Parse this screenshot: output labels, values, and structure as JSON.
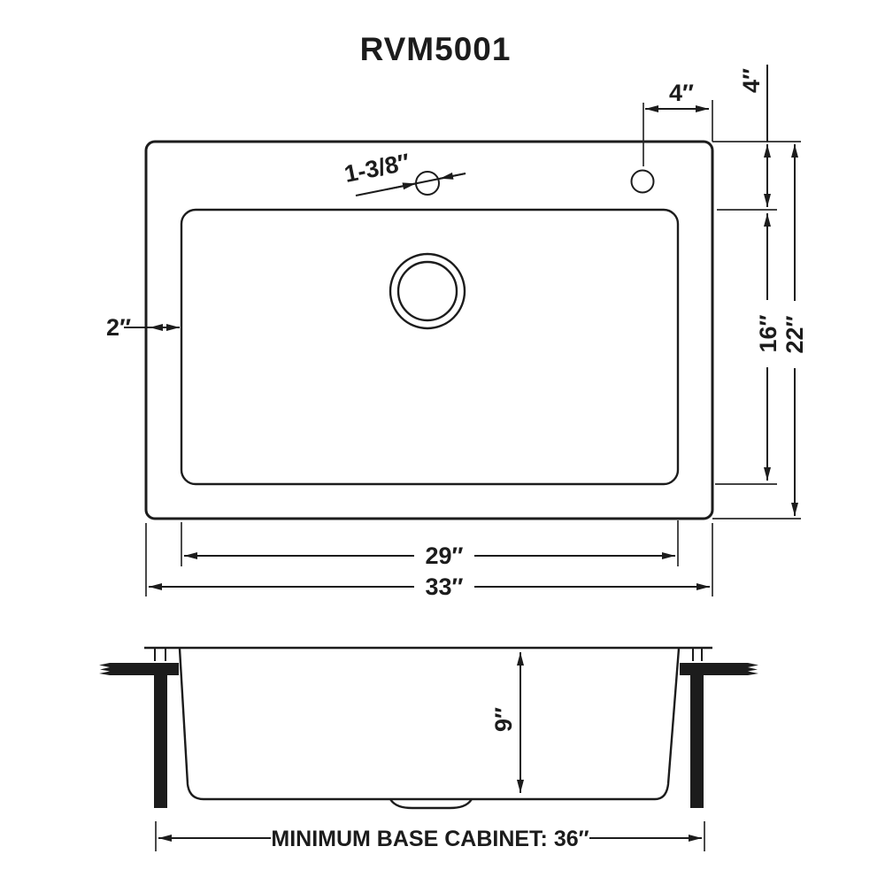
{
  "title": "RVM5001",
  "colors": {
    "ink": "#1c1c1c",
    "background": "#ffffff"
  },
  "top_view": {
    "labels": {
      "hole_diameter": "1-3/8″",
      "hole_to_right_edge": "4″",
      "deck_to_bowl": "4″",
      "left_rim": "2″",
      "bowl_front_to_back": "16″",
      "overall_front_to_back": "22″",
      "bowl_width": "29″",
      "overall_width": "33″"
    }
  },
  "side_view": {
    "labels": {
      "bowl_depth": "9″",
      "min_base_cabinet": "MINIMUM BASE CABINET: 36″"
    }
  }
}
